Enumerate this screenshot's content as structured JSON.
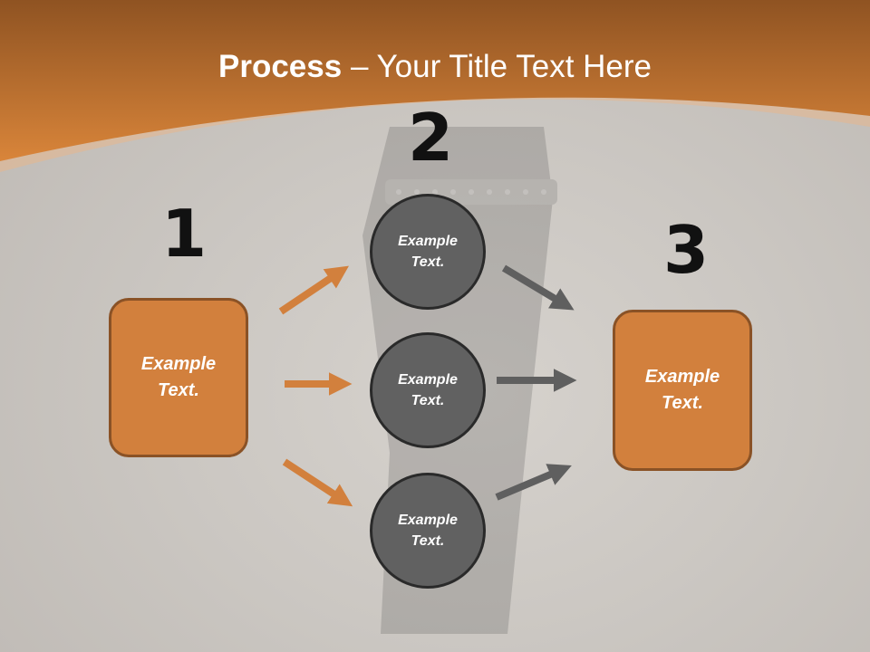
{
  "slide": {
    "title_bold": "Process",
    "title_rest": " – Your Title Text Here",
    "colors": {
      "orange": "#d2803d",
      "orange_border": "#8a5226",
      "gray": "#616161",
      "header_dark": "#9a5a24"
    }
  },
  "steps": [
    {
      "number": "1",
      "text_line1": "Example",
      "text_line2": "Text."
    },
    {
      "number": "2"
    },
    {
      "number": "3",
      "text_line1": "Example",
      "text_line2": "Text."
    }
  ],
  "circles": [
    {
      "text_line1": "Example",
      "text_line2": "Text."
    },
    {
      "text_line1": "Example",
      "text_line2": "Text."
    },
    {
      "text_line1": "Example",
      "text_line2": "Text."
    }
  ]
}
